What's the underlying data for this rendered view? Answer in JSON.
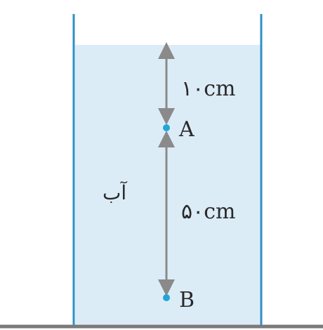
{
  "diagram": {
    "water_label": "آب",
    "point_a_label": "A",
    "point_b_label": "B",
    "upper_distance_label": "۱۰cm",
    "lower_distance_label": "۵۰cm"
  },
  "colors": {
    "water_fill": "#dcecf7",
    "wall": "#2f8fc7",
    "point": "#22a6d8",
    "arrow": "#8a8a8a",
    "ground": "#7a7a7a"
  }
}
